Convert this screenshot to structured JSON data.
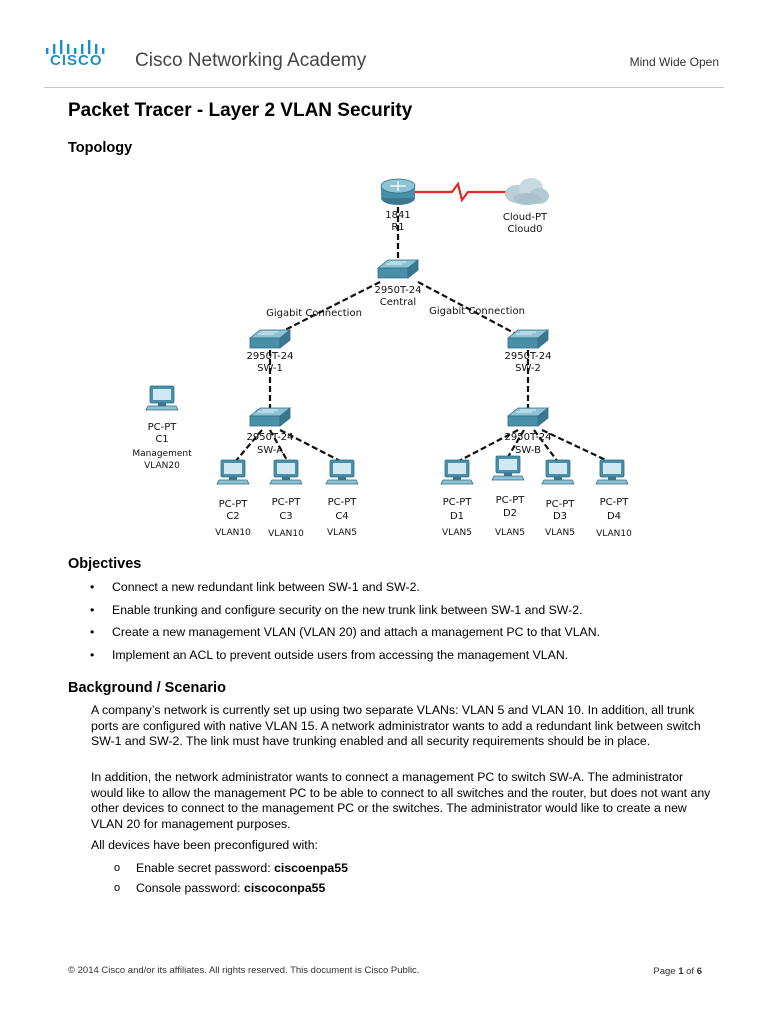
{
  "header": {
    "brand": "CISCO",
    "product": "Cisco Networking Academy",
    "tagline": "Mind Wide Open"
  },
  "title": "Packet Tracer - Layer 2 VLAN Security",
  "sections": {
    "topology": "Topology",
    "objectives": "Objectives",
    "background": "Background / Scenario"
  },
  "topology": {
    "router": {
      "model": "1841",
      "name": "R1"
    },
    "cloud": {
      "model": "Cloud-PT",
      "name": "Cloud0"
    },
    "central": {
      "model": "2950T-24",
      "name": "Central"
    },
    "link_left": "Gigabit Connection",
    "link_right": "Gigabit Connection",
    "sw1": {
      "model": "2950T-24",
      "name": "SW-1"
    },
    "sw2": {
      "model": "2950T-24",
      "name": "SW-2"
    },
    "swa": {
      "model": "2950T-24",
      "name": "SW-A"
    },
    "swb": {
      "model": "2950T-24",
      "name": "SW-B"
    },
    "c1": {
      "model": "PC-PT",
      "name": "C1",
      "role": "Management",
      "vlan": "VLAN20"
    },
    "pcs": [
      {
        "model": "PC-PT",
        "name": "C2",
        "vlan": "VLAN10"
      },
      {
        "model": "PC-PT",
        "name": "C3",
        "vlan": "VLAN10"
      },
      {
        "model": "PC-PT",
        "name": "C4",
        "vlan": "VLAN5"
      },
      {
        "model": "PC-PT",
        "name": "D1",
        "vlan": "VLAN5"
      },
      {
        "model": "PC-PT",
        "name": "D2",
        "vlan": "VLAN5"
      },
      {
        "model": "PC-PT",
        "name": "D3",
        "vlan": "VLAN5"
      },
      {
        "model": "PC-PT",
        "name": "D4",
        "vlan": "VLAN10"
      }
    ]
  },
  "objectives": [
    "Connect a new redundant link between SW-1 and SW-2.",
    "Enable trunking and configure security on the new trunk link between SW-1 and SW-2.",
    "Create a new management VLAN (VLAN 20) and attach a management PC to that VLAN.",
    "Implement an ACL to prevent outside users from accessing the management VLAN."
  ],
  "background": {
    "p1": "A company’s network is currently set up using two separate VLANs: VLAN 5 and VLAN 10. In addition, all trunk ports are configured with native VLAN 15. A network administrator wants to add a redundant link between switch SW-1 and SW-2. The link must have trunking enabled and all security requirements should be in place.",
    "p2": "In addition, the network administrator wants to connect a management PC to switch SW-A. The administrator would like to allow the management PC to be able to connect to all switches and the router, but does not want any other devices to connect to the management PC or the switches. The administrator would like to create a new VLAN 20 for management purposes.",
    "p3": "All devices have been preconfigured with:",
    "creds": [
      {
        "label": "Enable secret password: ",
        "value": "ciscoenpa55"
      },
      {
        "label": "Console password: ",
        "value": "ciscoconpa55"
      }
    ]
  },
  "footer": {
    "copyright": "© 2014 Cisco and/or its affiliates. All rights reserved. This document is Cisco Public.",
    "page_prefix": "Page ",
    "page_current": "1",
    "page_mid": " of ",
    "page_total": "6"
  },
  "colors": {
    "cisco_blue": "#1f8fc9",
    "device_teal": "#4a8fa8",
    "serial_link": "#e32626"
  }
}
